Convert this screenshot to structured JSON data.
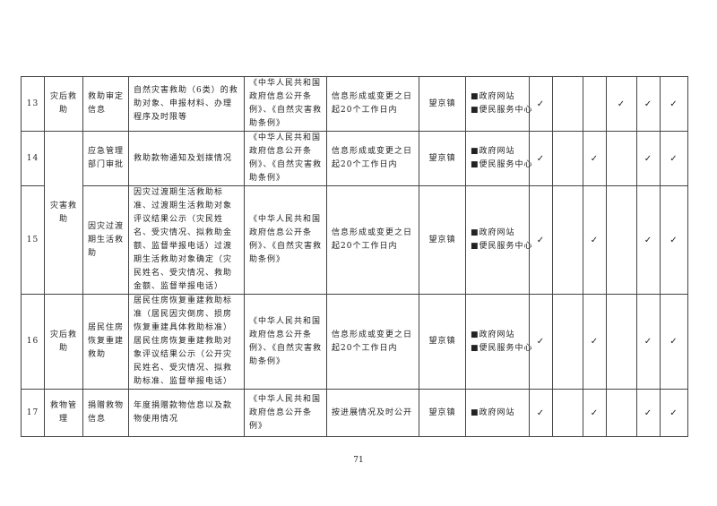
{
  "rows": [
    {
      "no": "13",
      "category": "灾后救助",
      "item": "救助审定信息",
      "content": "自然灾害救助（6类）的救助对象、申报材料、办理程序及时限等",
      "basis": "《中华人民共和国政府信息公开条例》、《自然灾害救助条例》",
      "time": "信息形成或变更之日起20个工作日内",
      "subject": "望京镇",
      "channels": [
        "■政府网站",
        "■便民服务中心"
      ],
      "checks": [
        "✓",
        "",
        "",
        "✓",
        "✓",
        "✓"
      ]
    },
    {
      "no": "14",
      "category": "灾害救助",
      "item": "应急管理部门审批",
      "content": "救助款物通知及划拨情况",
      "basis": "《中华人民共和国政府信息公开条例》、《自然灾害救助条例》",
      "time": "信息形成或变更之日起20个工作日内",
      "subject": "望京镇",
      "channels": [
        "■政府网站",
        "■便民服务中心"
      ],
      "checks": [
        "✓",
        "",
        "✓",
        "",
        "✓",
        "✓"
      ]
    },
    {
      "no": "15",
      "item": "因灾过渡期生活救助",
      "content": "因灾过渡期生活救助标准、过渡期生活救助对象评议结果公示（灾民姓名、受灾情况、拟救助金额、监督举报电话）过渡期生活救助对象确定（灾民姓名、受灾情况、救助金额、监督举报电话）",
      "basis": "《中华人民共和国政府信息公开条例》、《自然灾害救助条例》",
      "time": "信息形成或变更之日起20个工作日内",
      "subject": "望京镇",
      "channels": [
        "■政府网站",
        "■便民服务中心"
      ],
      "checks": [
        "✓",
        "",
        "✓",
        "",
        "✓",
        "✓"
      ]
    },
    {
      "no": "16",
      "category": "灾后救助",
      "item": "居民住房恢复重建救助",
      "content": "居民住房恢复重建救助标准（居民因灾倒房、损房恢复重建具体救助标准）居民住房恢复重建救助对象评议结果公示（公开灾民姓名、受灾情况、拟救助标准、监督举报电话）",
      "basis": "《中华人民共和国政府信息公开条例》、《自然灾害救助条例》",
      "time": "信息形成或变更之日起20个工作日内",
      "subject": "望京镇",
      "channels": [
        "■政府网站",
        "■便民服务中心"
      ],
      "checks": [
        "✓",
        "",
        "✓",
        "",
        "✓",
        "✓"
      ]
    },
    {
      "no": "17",
      "category": "救物管理",
      "item": "捐赠救物信息",
      "content": "年度捐赠款物信息以及款物使用情况",
      "basis": "《中华人民共和国政府信息公开条例》",
      "time": "按进展情况及时公开",
      "subject": "望京镇",
      "channels": [
        "■政府网站"
      ],
      "checks": [
        "✓",
        "",
        "✓",
        "",
        "✓",
        "✓"
      ]
    }
  ],
  "page_number": "71"
}
